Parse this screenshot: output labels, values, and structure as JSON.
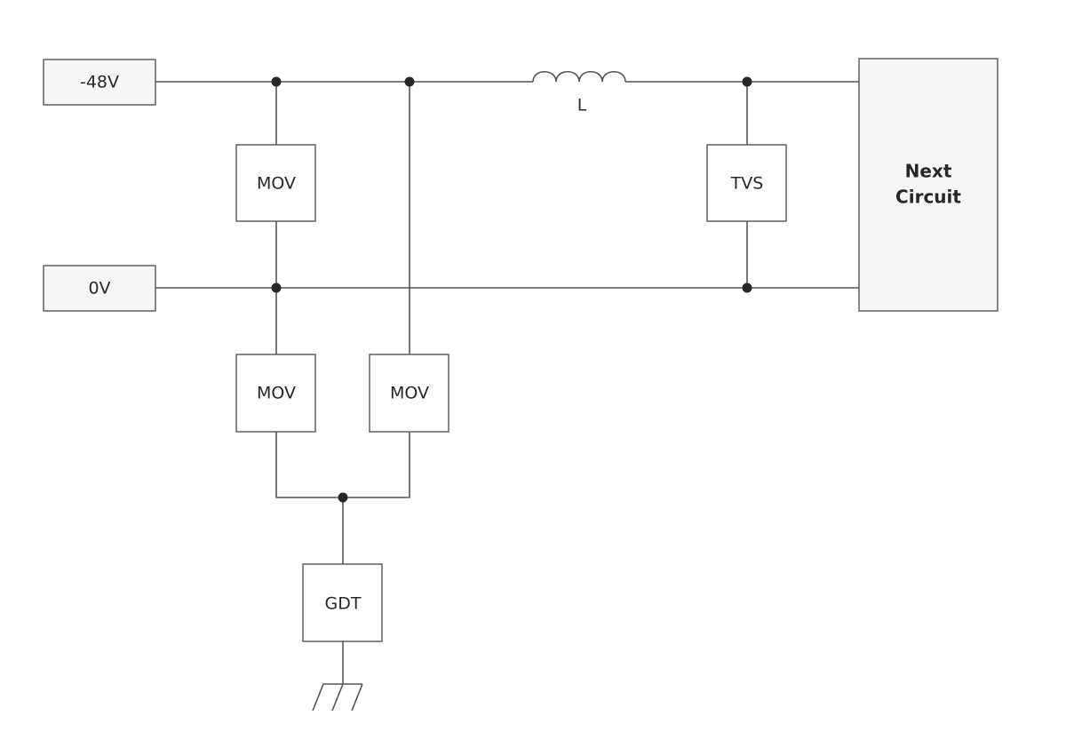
{
  "diagram": {
    "type": "circuit-schematic",
    "inputs": [
      {
        "id": "neg48v",
        "label": "-48V"
      },
      {
        "id": "zero_v",
        "label": "0V"
      }
    ],
    "components": [
      {
        "id": "mov_top",
        "label": "MOV",
        "between": [
          "-48V",
          "0V"
        ]
      },
      {
        "id": "mov_bottom_left",
        "label": "MOV",
        "between": [
          "0V",
          "GDT"
        ]
      },
      {
        "id": "mov_bottom_right",
        "label": "MOV",
        "between": [
          "-48V",
          "GDT"
        ]
      },
      {
        "id": "gdt",
        "label": "GDT",
        "between": [
          "MOV node",
          "Ground"
        ]
      },
      {
        "id": "inductor",
        "label": "L",
        "between": [
          "-48V line",
          "Next Circuit"
        ]
      },
      {
        "id": "tvs",
        "label": "TVS",
        "between": [
          "-48V (after L)",
          "0V"
        ]
      }
    ],
    "output": {
      "label_line1": "Next",
      "label_line2": "Circuit"
    },
    "ground": {
      "symbol": "earth-ground"
    }
  }
}
